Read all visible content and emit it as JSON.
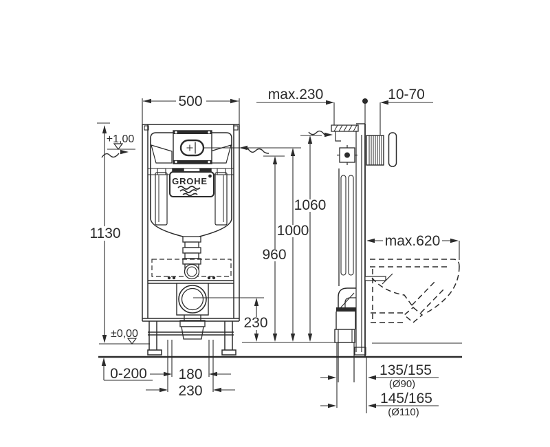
{
  "colors": {
    "ink": "#2b2b2b",
    "background": "#ffffff"
  },
  "logo": {
    "brand": "GROHE"
  },
  "front_view": {
    "frame_width": "500",
    "frame_height": "1130",
    "upper_level": "+1,00",
    "floor_level": "±0,00",
    "foot_adjustment": "0-200",
    "outlet_spacing_inner": "180",
    "outlet_spacing_outer": "230",
    "bend_center_height": "230"
  },
  "side_view": {
    "top_offset_max": "max.230",
    "wall_finish_range": "10-70",
    "heights": [
      "960",
      "1000",
      "1060"
    ],
    "bowl_projection_max": "max.620",
    "drain_90": {
      "distance": "135/155",
      "diameter": "(Ø90)"
    },
    "drain_110": {
      "distance": "145/165",
      "diameter": "(Ø110)"
    }
  }
}
